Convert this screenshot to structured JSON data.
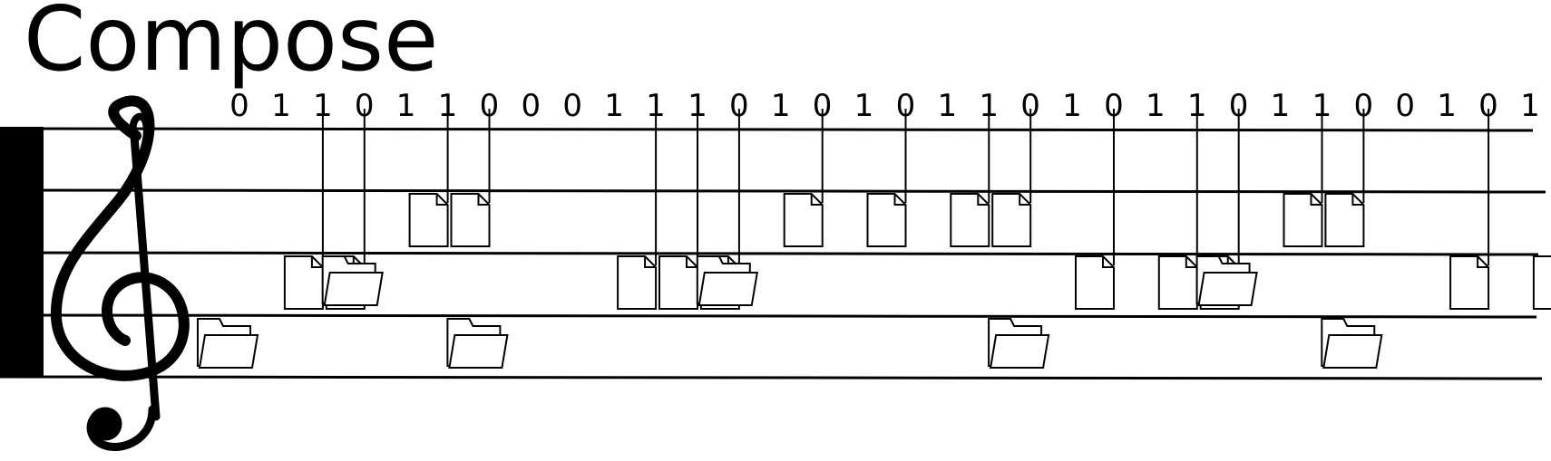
{
  "title": "Compose",
  "bits": [
    "0",
    "1",
    "1",
    "0",
    "1",
    "1",
    "0",
    "0",
    "0",
    "1",
    "1",
    "1",
    "0",
    "1",
    "0",
    "1",
    "0",
    "1",
    "1",
    "0",
    "1",
    "0",
    "1",
    "1",
    "0",
    "1",
    "1",
    "0",
    "0",
    "1",
    "0",
    "1"
  ],
  "icons": {
    "clef": "treble-clef-icon",
    "file": "file-icon",
    "folder": "folder-icon"
  },
  "notes": [
    {
      "kind": "folder",
      "row": 3
    },
    {
      "kind": "file",
      "row": 2
    },
    {
      "kind": "file",
      "row": 2
    },
    {
      "kind": "folder",
      "row": 2
    },
    {
      "kind": "file",
      "row": 1
    },
    {
      "kind": "file",
      "row": 1
    },
    {
      "kind": "folder",
      "row": 3
    },
    {
      "kind": "file",
      "row": 2
    },
    {
      "kind": "file",
      "row": 2
    },
    {
      "kind": "file",
      "row": 2
    },
    {
      "kind": "folder",
      "row": 2
    },
    {
      "kind": "file",
      "row": 1
    },
    {
      "kind": "file",
      "row": 1
    },
    {
      "kind": "file",
      "row": 1
    },
    {
      "kind": "file",
      "row": 1
    },
    {
      "kind": "folder",
      "row": 3
    },
    {
      "kind": "file",
      "row": 2
    },
    {
      "kind": "file",
      "row": 2
    },
    {
      "kind": "file",
      "row": 2
    },
    {
      "kind": "folder",
      "row": 2
    },
    {
      "kind": "file",
      "row": 1
    },
    {
      "kind": "file",
      "row": 1
    },
    {
      "kind": "folder",
      "row": 3
    },
    {
      "kind": "file",
      "row": 2
    },
    {
      "kind": "file",
      "row": 2
    }
  ]
}
